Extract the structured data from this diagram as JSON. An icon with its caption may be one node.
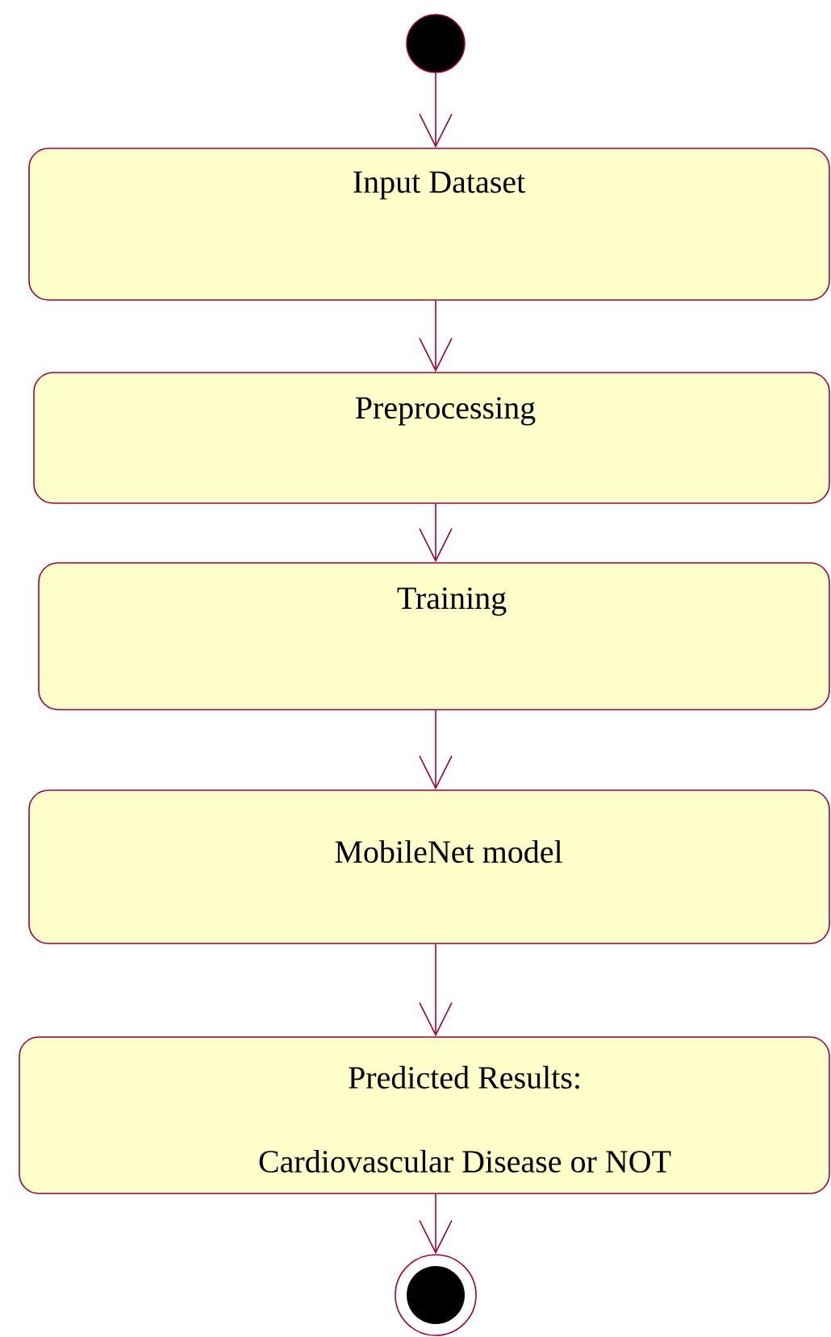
{
  "diagram": {
    "nodes": [
      {
        "text": [],
        "shape": "circle"
      },
      {
        "text": [
          "Input Dataset"
        ]
      },
      {
        "text": [
          "Preprocessing"
        ]
      },
      {
        "text": [
          "Training"
        ]
      },
      {
        "text": [
          "MobileNet model"
        ]
      },
      {
        "text": [
          "Predicted Results:",
          "Cardiovascular Disease or NOT"
        ]
      },
      {
        "text": [],
        "shape": "circle"
      }
    ],
    "edges": [
      {
        "from": 0,
        "to": 1,
        "arrow": "to"
      },
      {
        "from": 1,
        "to": 2,
        "arrow": "to"
      },
      {
        "from": 2,
        "to": 3,
        "arrow": "to"
      },
      {
        "from": 3,
        "to": 4,
        "arrow": "to"
      },
      {
        "from": 4,
        "to": 5,
        "arrow": "to"
      },
      {
        "from": 5,
        "to": 6,
        "arrow": "to"
      }
    ]
  }
}
